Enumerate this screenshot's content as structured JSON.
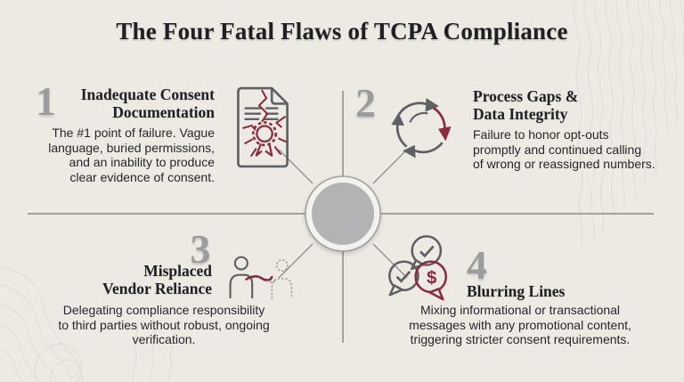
{
  "header": {
    "title": "The Four Fatal Flaws of TCPA Compliance"
  },
  "colors": {
    "background": "#ECEAE3",
    "heading_text": "#1F2023",
    "body_text": "#26272A",
    "numeral_gray": "#9B9C9E",
    "icon_gray": "#5F6063",
    "accent_maroon": "#8C2B3D",
    "divider_line": "#8F8F8A",
    "center_disc": "#B2B3B5"
  },
  "glyphs": {
    "dollar": "$"
  },
  "flaws": [
    {
      "number": "1",
      "title_lines": [
        "Inadequate Consent",
        "Documentation"
      ],
      "desc_lines": [
        "The #1 point of failure. Vague",
        "language, buried permissions,",
        "and an inability to produce",
        "clear evidence of consent."
      ],
      "icon": "cracked-certificate-icon"
    },
    {
      "number": "2",
      "title_lines": [
        "Process Gaps &",
        "Data Integrity"
      ],
      "desc_lines": [
        "Failure to honor opt-outs",
        "promptly and continued calling",
        "of wrong or reassigned numbers."
      ],
      "icon": "cycle-arrows-icon"
    },
    {
      "number": "3",
      "title_lines": [
        "Misplaced",
        "Vendor Reliance"
      ],
      "desc_lines": [
        "Delegating compliance responsibility",
        "to third parties without robust, ongoing",
        "verification."
      ],
      "icon": "vendor-handshake-icon"
    },
    {
      "number": "4",
      "title_lines": [
        "Blurring Lines"
      ],
      "desc_lines": [
        "Mixing informational or transactional",
        "messages with any promotional content,",
        "triggering stricter consent requirements."
      ],
      "icon": "overlapping-speech-bubbles-icon"
    }
  ]
}
